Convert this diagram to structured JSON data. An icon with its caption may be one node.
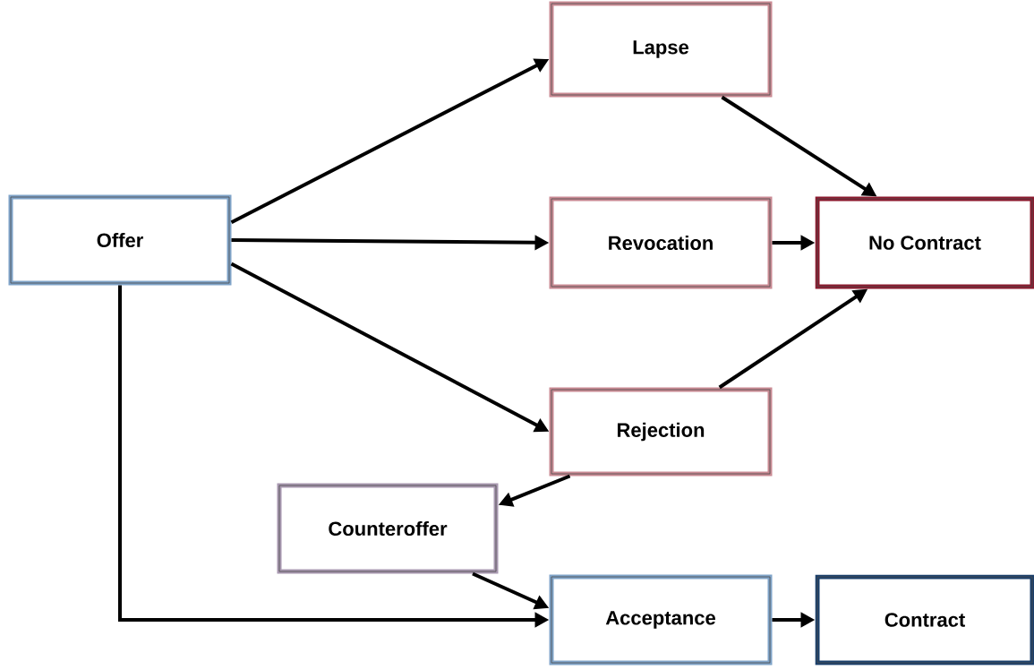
{
  "diagram": {
    "nodes": [
      {
        "text": [
          "Offer"
        ]
      },
      {
        "text": [
          "Lapse"
        ]
      },
      {
        "text": [
          "Revocation"
        ]
      },
      {
        "text": [
          "No Contract"
        ]
      },
      {
        "text": [
          "Rejection"
        ]
      },
      {
        "text": [
          "Counteroffer"
        ]
      },
      {
        "text": [
          "Acceptance"
        ]
      },
      {
        "text": [
          "Contract"
        ]
      }
    ],
    "edges": [
      {
        "from": 0,
        "to": 1,
        "arrow": "to"
      },
      {
        "from": 0,
        "to": 2,
        "arrow": "to"
      },
      {
        "from": 0,
        "to": 4,
        "arrow": "to"
      },
      {
        "from": 0,
        "to": 6,
        "arrow": "to"
      },
      {
        "from": 1,
        "to": 3,
        "arrow": "to"
      },
      {
        "from": 2,
        "to": 3,
        "arrow": "to"
      },
      {
        "from": 4,
        "to": 3,
        "arrow": "to"
      },
      {
        "from": 4,
        "to": 5,
        "arrow": "to"
      },
      {
        "from": 5,
        "to": 6,
        "arrow": "to"
      },
      {
        "from": 6,
        "to": 7,
        "arrow": "to"
      }
    ]
  }
}
